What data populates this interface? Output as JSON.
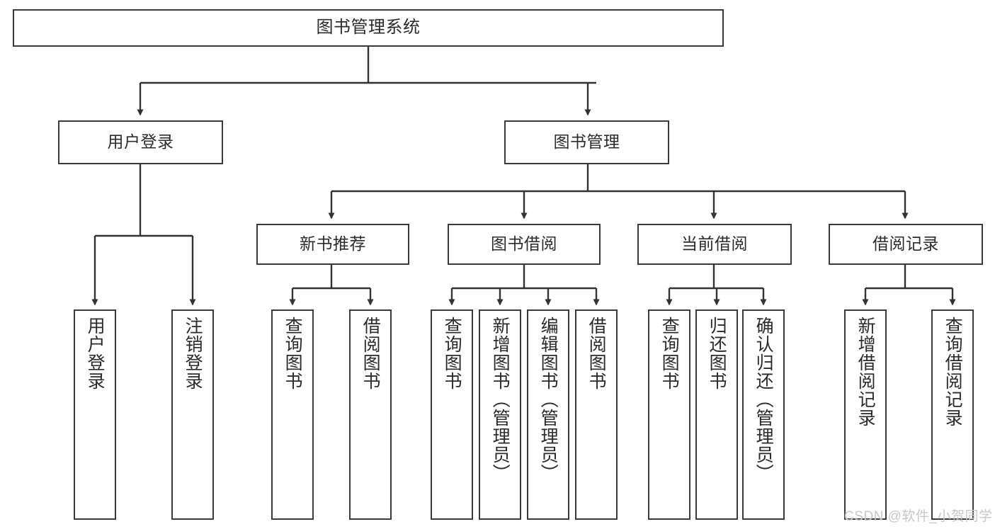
{
  "diagram": {
    "title": "图书管理系统",
    "type": "tree",
    "orientation": "top-down",
    "colors": {
      "node_border": "#3a3a3a",
      "node_fill": "#ffffff",
      "edge": "#333333",
      "text": "#2b2b2b",
      "watermark": "#c8c8c8",
      "background": "#ffffff"
    },
    "nodes": {
      "root": {
        "label": "图书管理系统"
      },
      "level2": [
        {
          "id": "user-login",
          "label": "用户登录"
        },
        {
          "id": "book-management",
          "label": "图书管理"
        }
      ],
      "level3": [
        {
          "id": "new-book-recommend",
          "label": "新书推荐"
        },
        {
          "id": "book-borrow",
          "label": "图书借阅"
        },
        {
          "id": "current-borrow",
          "label": "当前借阅"
        },
        {
          "id": "borrow-record",
          "label": "借阅记录"
        }
      ],
      "leaves": {
        "user_login": [
          {
            "id": "leaf-user-login",
            "label": "用户登录"
          },
          {
            "id": "leaf-logout-login",
            "label": "注销登录"
          }
        ],
        "new_book_recommend": [
          {
            "id": "leaf-query-book-1",
            "label": "查询图书"
          },
          {
            "id": "leaf-borrow-book-1",
            "label": "借阅图书"
          }
        ],
        "book_borrow": [
          {
            "id": "leaf-query-book-2",
            "label": "查询图书"
          },
          {
            "id": "leaf-add-book",
            "label": "新增图书（管理员）"
          },
          {
            "id": "leaf-edit-book",
            "label": "编辑图书（管理员）"
          },
          {
            "id": "leaf-borrow-book-2",
            "label": "借阅图书"
          }
        ],
        "current_borrow": [
          {
            "id": "leaf-query-book-3",
            "label": "查询图书"
          },
          {
            "id": "leaf-return-book",
            "label": "归还图书"
          },
          {
            "id": "leaf-confirm-return",
            "label": "确认归还（管理员）"
          }
        ],
        "borrow_record": [
          {
            "id": "leaf-add-record",
            "label": "新增借阅记录"
          },
          {
            "id": "leaf-query-record",
            "label": "查询借阅记录"
          }
        ]
      }
    }
  },
  "watermark": {
    "text": "CSDN @软件_小贺同学"
  }
}
